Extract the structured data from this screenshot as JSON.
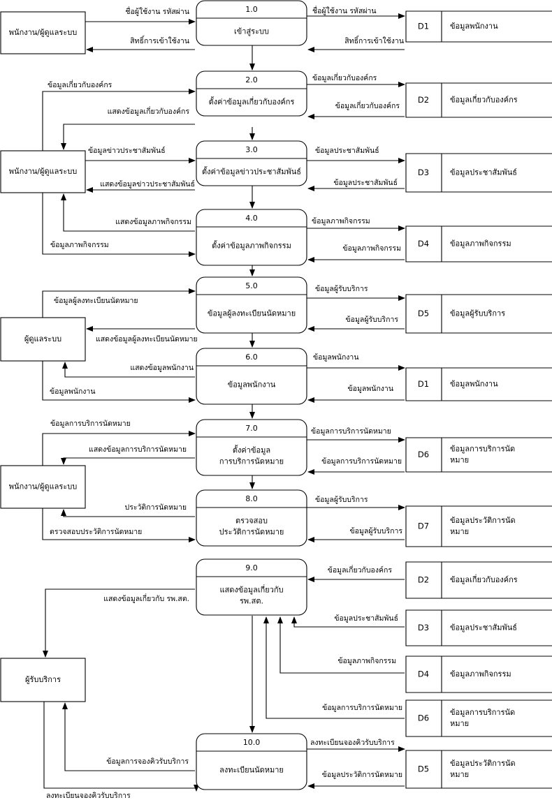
{
  "entities": {
    "e1": "พนักงาน/ผู้ดูแลระบบ",
    "e2": "พนักงาน/ผู้ดูแลระบบ",
    "e3": "ผู้ดูแลระบบ",
    "e4": "พนักงาน/ผู้ดูแลระบบ",
    "e5": "ผู้รับบริการ"
  },
  "processes": [
    {
      "num": "1.0",
      "name": [
        "เข้าสู่ระบบ"
      ]
    },
    {
      "num": "2.0",
      "name": [
        "ตั้งค่าข้อมูลเกี่ยวกับองค์กร"
      ]
    },
    {
      "num": "3.0",
      "name": [
        "ตั้งค่าข้อมูลข่าวประชาสัมพันธ์"
      ]
    },
    {
      "num": "4.0",
      "name": [
        "ตั้งค่าข้อมูลภาพกิจกรรม"
      ]
    },
    {
      "num": "5.0",
      "name": [
        "ข้อมูลผู้ลงทะเบียนนัดหมาย"
      ]
    },
    {
      "num": "6.0",
      "name": [
        "ข้อมูลพนักงาน"
      ]
    },
    {
      "num": "7.0",
      "name": [
        "ตั้งค่าข้อมูล",
        "การบริการนัดหมาย"
      ]
    },
    {
      "num": "8.0",
      "name": [
        "ตรวจสอบ",
        "ประวัติการนัดหมาย"
      ]
    },
    {
      "num": "9.0",
      "name": [
        "แสดงข้อมูลเกี่ยวกับ",
        "รพ.สต."
      ]
    },
    {
      "num": "10.0",
      "name": [
        "ลงทะเบียนนัดหมาย"
      ]
    }
  ],
  "stores": [
    {
      "id": "D1",
      "name": [
        "ข้อมูลพนักงาน"
      ]
    },
    {
      "id": "D2",
      "name": [
        "ข้อมูลเกี่ยวกับองค์กร"
      ]
    },
    {
      "id": "D3",
      "name": [
        "ข้อมูลประชาสัมพันธ์"
      ]
    },
    {
      "id": "D4",
      "name": [
        "ข้อมูลภาพกิจกรรม"
      ]
    },
    {
      "id": "D5",
      "name": [
        "ข้อมูลผู้รับบริการ"
      ]
    },
    {
      "id": "D1",
      "name": [
        "ข้อมูลพนักงาน"
      ]
    },
    {
      "id": "D6",
      "name": [
        "ข้อมูลการบริการนัด",
        "หมาย"
      ]
    },
    {
      "id": "D7",
      "name": [
        "ข้อมูลประวัติการนัด",
        "หมาย"
      ]
    },
    {
      "id": "D2",
      "name": [
        "ข้อมูลเกี่ยวกับองค์กร"
      ]
    },
    {
      "id": "D3",
      "name": [
        "ข้อมูลประชาสัมพันธ์"
      ]
    },
    {
      "id": "D4",
      "name": [
        "ข้อมูลภาพกิจกรรม"
      ]
    },
    {
      "id": "D6",
      "name": [
        "ข้อมูลการบริการนัด",
        "หมาย"
      ]
    },
    {
      "id": "D5",
      "name": [
        "ข้อมูลประวัติการนัด",
        "หมาย"
      ]
    }
  ],
  "flows": [
    "ชื่อผู้ใช้งาน รหัสผ่าน",
    "สิทธิ์การเข้าใช้งาน",
    "ชื่อผู้ใช้งาน รหัสผ่าน",
    "สิทธิ์การเข้าใช้งาน",
    "ข้อมูลเกี่ยวกับองค์กร",
    "แสดงข้อมูลเกี่ยวกับองค์กร",
    "ข้อมูลเกี่ยวกับองค์กร",
    "ข้อมูลเกี่ยวกับองค์กร",
    "ข้อมูลข่าวประชาสัมพันธ์",
    "แสดงข้อมูลข่าวประชาสัมพันธ์",
    "ข้อมูลประชาสัมพันธ์",
    "ข้อมูลประชาสัมพันธ์",
    "แสดงข้อมูลภาพกิจกรรม",
    "ข้อมูลภาพกิจกรรม",
    "ข้อมูลภาพกิจกรรม",
    "ข้อมูลภาพกิจกรรม",
    "ข้อมูลผู้ลงทะเบียนนัดหมาย",
    "แสดงข้อมูลผู้ลงทะเบียนนัดหมาย",
    "ข้อมูลผู้รับบริการ",
    "ข้อมูลผู้รับบริการ",
    "แสดงข้อมูลพนักงาน",
    "ข้อมูลพนักงาน",
    "ข้อมูลพนักงาน",
    "ข้อมูลพนักงาน",
    "ข้อมูลการบริการนัดหมาย",
    "แสดงข้อมูลการบริการนัดหมาย",
    "ข้อมูลการบริการนัดหมาย",
    "ข้อมูลการบริการนัดหมาย",
    "ประวัติการนัดหมาย",
    "ตรวจสอบประวัติการนัดหมาย",
    "ข้อมูลผู้รับบริการ",
    "ข้อมูลผู้รับบริการ",
    "แสดงข้อมูลเกี่ยวกับ รพ.สต.",
    "ข้อมูลเกี่ยวกับองค์กร",
    "ข้อมูลประชาสัมพันธ์",
    "ข้อมูลภาพกิจกรรม",
    "ข้อมูลการบริการนัดหมาย",
    "ข้อมูลการจองคิวรับบริการ",
    "ลงทะเบียนจองคิวรับบริการ",
    "ลงทะเบียนจองคิวรับบริการ",
    "ข้อมูลประวัติการนัดหมาย"
  ]
}
